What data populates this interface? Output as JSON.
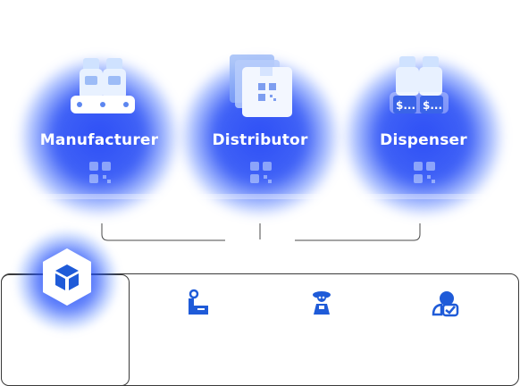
{
  "nodes": [
    {
      "id": "manufacturer",
      "label": "Manufacturer",
      "icon": "bottles-on-conveyor-icon"
    },
    {
      "id": "distributor",
      "label": "Distributor",
      "icon": "stacked-boxes-icon"
    },
    {
      "id": "dispenser",
      "label": "Dispenser",
      "icon": "bottles-with-price-icon"
    }
  ],
  "dispenser_price_tags": [
    "$...",
    "$..."
  ],
  "hub_icon": "cube-icon",
  "tools": [
    {
      "id": "scan",
      "icon": "scan-device-icon"
    },
    {
      "id": "ship",
      "icon": "delivery-person-icon"
    },
    {
      "id": "verify",
      "icon": "verified-user-icon"
    }
  ],
  "colors": {
    "glow": "#2a4cf5",
    "accent": "#1f5bd8",
    "panel_border": "#3a3a3a",
    "connector": "#4a4a4a"
  }
}
